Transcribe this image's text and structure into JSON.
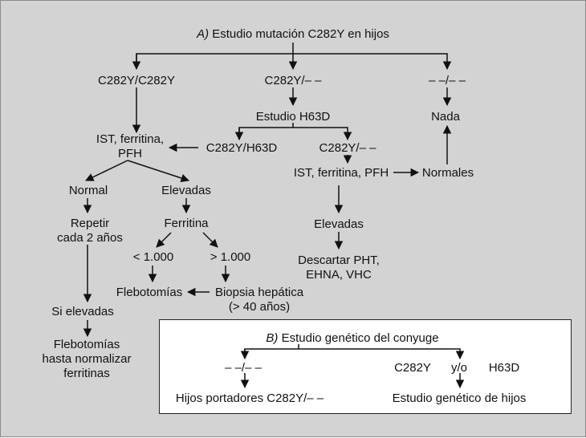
{
  "part_a": {
    "title_prefix": "A)",
    "title_rest": " Estudio mutación C282Y en hijos",
    "homozygous": "C282Y/C282Y",
    "heterozygous": "C282Y/– –",
    "negative": "– –/– –",
    "nothing": "Nada",
    "h63d_study": "Estudio H63D",
    "compound": "C282Y/H63D",
    "het_only": "C282Y/– –",
    "tests_left": "IST, ferritina,\nPFH",
    "tests_right": "IST, ferritina, PFH",
    "normal_results": "Normales",
    "normal": "Normal",
    "elevated_left": "Elevadas",
    "repeat": "Repetir\ncada 2 años",
    "ferritin": "Ferritina",
    "lt_1000": "< 1.000",
    "gt_1000": "> 1.000",
    "phlebotomies": "Flebotomías",
    "liver_biopsy": "Biopsia hepática\n(> 40 años)",
    "if_elevated": "Si elevadas",
    "phleb_until": "Flebotomías\nhasta normalizar\nferritinas",
    "elevated_right": "Elevadas",
    "rule_out": "Descartar PHT,\nEHNA, VHC"
  },
  "part_b": {
    "title_prefix": "B)",
    "title_rest": " Estudio genético del conyuge",
    "negative": "– –/– –",
    "c282y": "C282Y",
    "and_or": "y/o",
    "h63d": "H63D",
    "carrier_children": "Hijos portadores C282Y/– –",
    "study_children": "Estudio genético de hijos"
  },
  "colors": {
    "background": "#d3d3d3",
    "box_b": "#ffffff",
    "ink": "#111111"
  }
}
